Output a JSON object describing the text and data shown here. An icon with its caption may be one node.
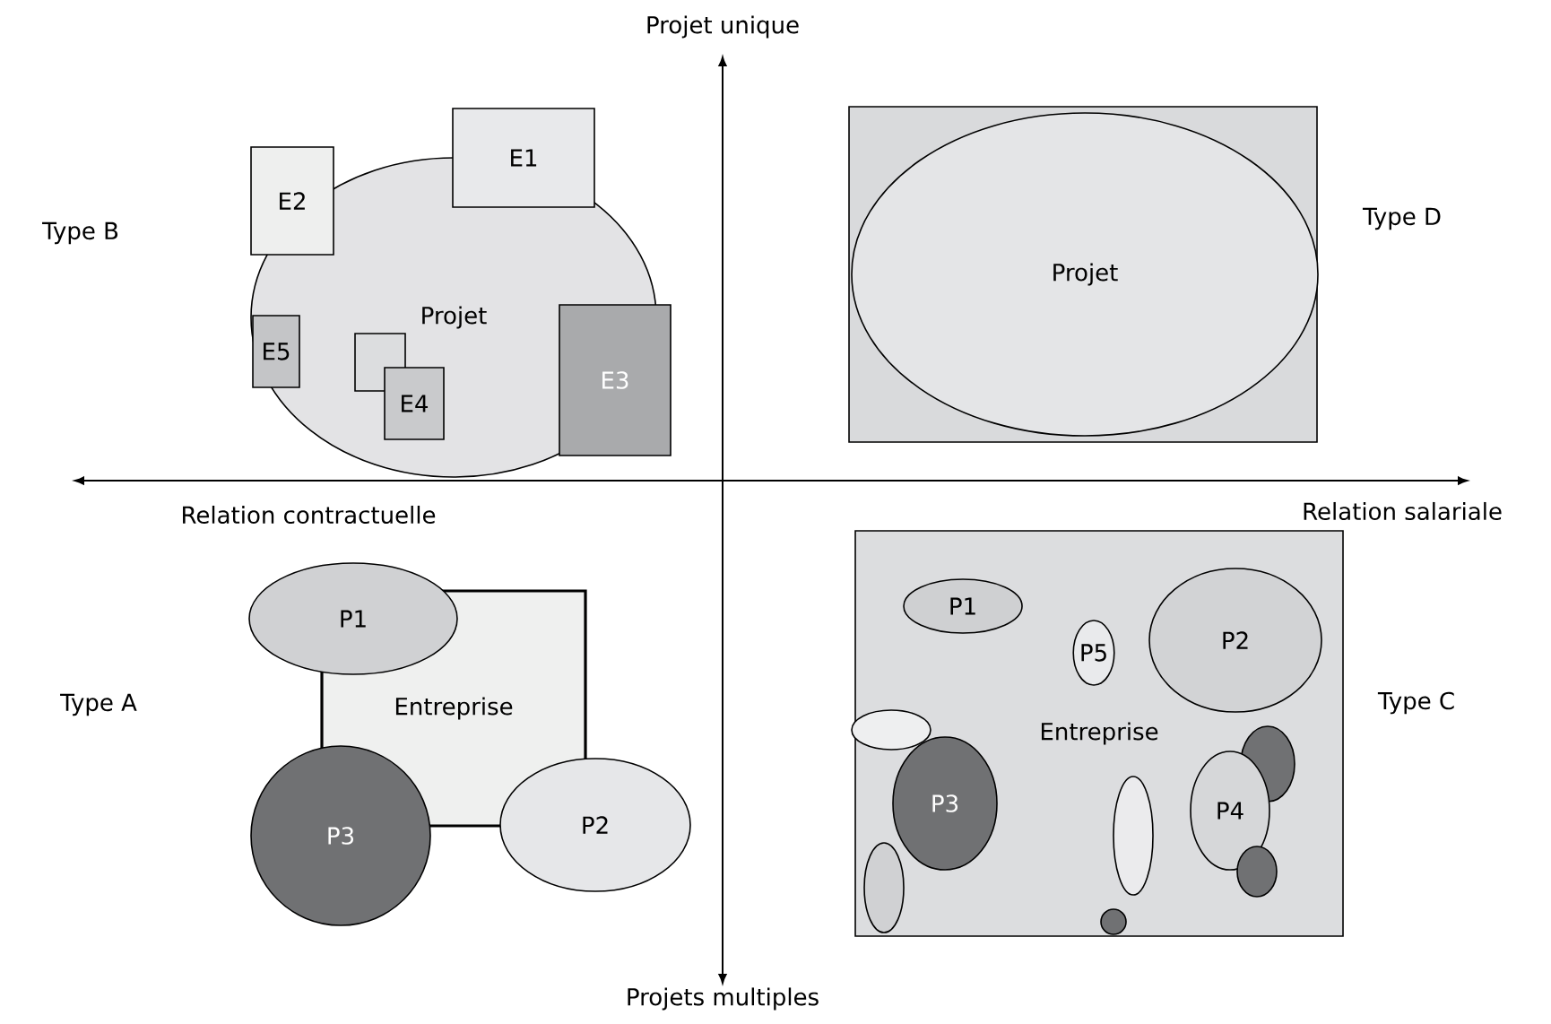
{
  "diagram": {
    "nodes": [
      {
        "text": [
          "Projet"
        ]
      },
      {
        "text": [
          "E1"
        ]
      },
      {
        "text": [
          "E2"
        ]
      },
      {
        "text": [
          "E5"
        ],
        "in": 0
      },
      {
        "text": [],
        "shape": "box",
        "in": 0
      },
      {
        "text": [
          "E4"
        ],
        "in": 0
      },
      {
        "text": [
          "E3"
        ]
      },
      {
        "text": [],
        "shape": "box"
      },
      {
        "text": [
          "Projet"
        ],
        "in": 7
      },
      {
        "text": [
          "P1"
        ]
      },
      {
        "text": [
          "Entreprise"
        ]
      },
      {
        "text": [
          "P3"
        ]
      },
      {
        "text": [
          "P2"
        ]
      },
      {
        "text": [
          "Entreprise"
        ]
      },
      {
        "text": [
          "P1"
        ],
        "in": 13
      },
      {
        "text": [
          "P2"
        ],
        "in": 13
      },
      {
        "text": [
          "P5"
        ],
        "in": 13
      },
      {
        "text": [],
        "shape": "ellipse",
        "in": 13
      },
      {
        "text": [],
        "shape": "ellipse",
        "in": 13
      },
      {
        "text": [
          "P3"
        ],
        "in": 13
      },
      {
        "text": [
          "P4"
        ],
        "in": 13
      },
      {
        "text": [],
        "shape": "ellipse",
        "in": 13
      },
      {
        "text": [],
        "shape": "ellipse",
        "in": 13
      },
      {
        "text": [],
        "shape": "ellipse",
        "in": 13
      },
      {
        "text": [],
        "shape": "circle",
        "in": 13
      }
    ],
    "labels": [
      "Projet unique",
      "Type B",
      "Type D",
      "Relation contractuelle",
      "Relation salariale",
      "Type A",
      "Type C",
      "Projets multiples"
    ]
  }
}
